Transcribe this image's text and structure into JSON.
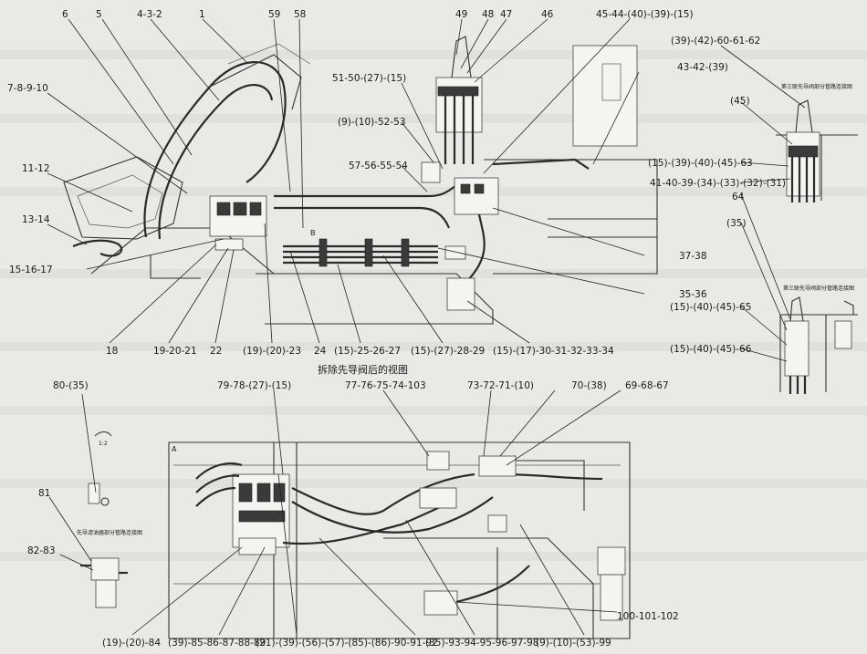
{
  "diagram": {
    "top_labels": [
      "6",
      "5",
      "4-3-2",
      "1",
      "59",
      "58",
      "49",
      "48",
      "47",
      "46",
      "45-44-(40)-(39)-(15)",
      "(39)-(42)-60-61-62"
    ],
    "left_labels": [
      "7-8-9-10",
      "11-12",
      "13-14",
      "15-16-17"
    ],
    "center_labels": [
      "51-50-(27)-(15)",
      "(9)-(10)-52-53",
      "57-56-55-54",
      "43-42-(39)",
      "37-38",
      "35-36"
    ],
    "bottom_row_labels": [
      "18",
      "19-20-21",
      "22",
      "(19)-(20)-23",
      "24",
      "(15)-25-26-27",
      "(15)-(27)-28-29",
      "(15)-(17)-30-31-32-33-34"
    ],
    "right_labels": [
      "(45)",
      "(15)-(39)-(40)-(45)-63",
      "41-40-39-(34)-(33)-(32)-(31)",
      "64",
      "(35)",
      "(15)-(40)-(45)-65",
      "(15)-(40)-(45)-66"
    ],
    "view_caption": "拆除先导阀后的视图",
    "inset_title_1": "第三联先导阀部分管路连接图",
    "inset_title_2": "第三联先导阀部分管路连接图",
    "lower_top_labels": [
      "80-(35)",
      "79-78-(27)-(15)",
      "77-76-75-74-103",
      "73-72-71-(10)",
      "70-(38)",
      "69-68-67"
    ],
    "lower_left_labels": [
      "81",
      "82-83"
    ],
    "detail_scale": "1:2",
    "detail_title": "先导滤油器部分管路连接图",
    "lower_right_label": "100-101-102",
    "lower_bottom_labels": [
      "(19)-(20)-84",
      "(39)-85-86-87-88-89",
      "(21)-(39)-(56)-(57)-(85)-(86)-90-91-92",
      "(35)-93-94-95-96-97-98",
      "(9)-(10)-(53)-99"
    ],
    "marker_a": "A",
    "marker_b": "B"
  }
}
